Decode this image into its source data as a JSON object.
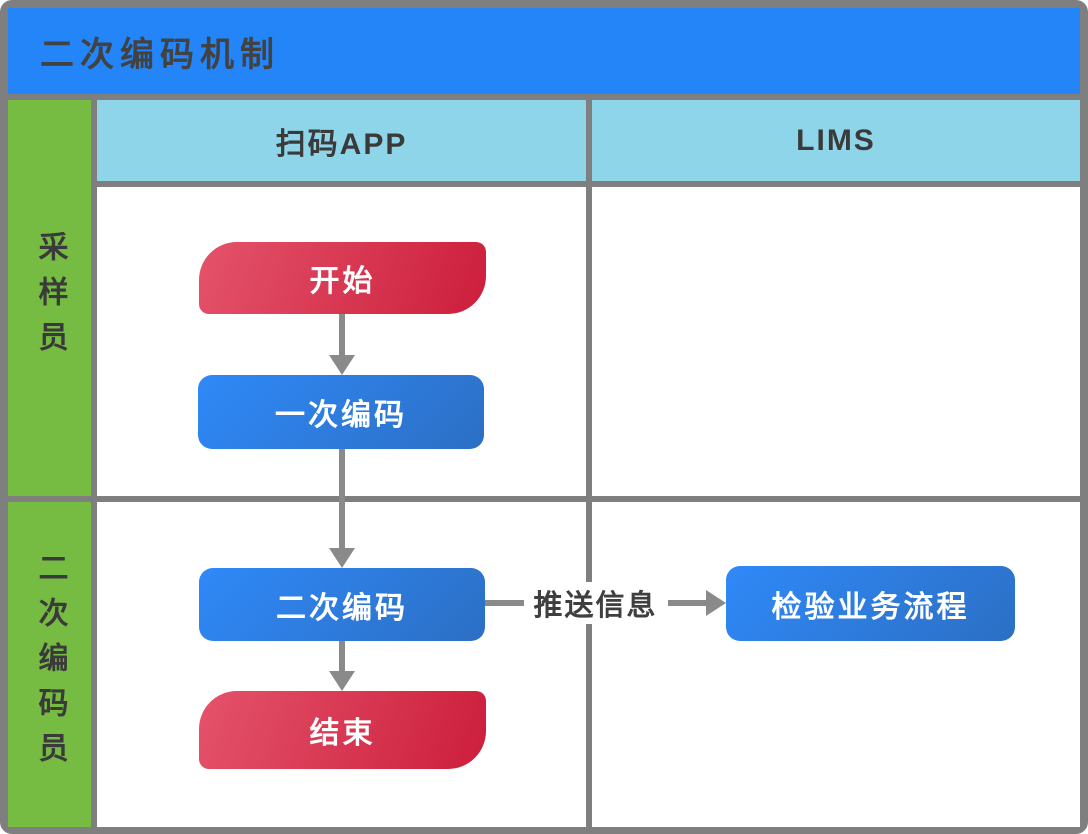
{
  "title": "二次编码机制",
  "columns": {
    "app": "扫码APP",
    "lims": "LIMS"
  },
  "lanes": {
    "sampler": "采样员",
    "secondary_coder": "二次编码员"
  },
  "flow": {
    "start": "开始",
    "first_code": "一次编码",
    "second_code": "二次编码",
    "end": "结束",
    "push_label": "推送信息",
    "lims_process": "检验业务流程"
  },
  "colors": {
    "title_bar": "#2385f8",
    "header_bg": "#8ed5e9",
    "lane_bg": "#76bc43",
    "grid_line": "#7f7f7f",
    "arrow": "#8a8a8a",
    "pill_gradient_start": "#e4536a",
    "pill_gradient_end": "#cc1e3c",
    "process_gradient_start": "#2f89f8",
    "process_gradient_end": "#2c6fc4",
    "dark_text": "#3f3f3f",
    "node_text": "#ffffff"
  }
}
